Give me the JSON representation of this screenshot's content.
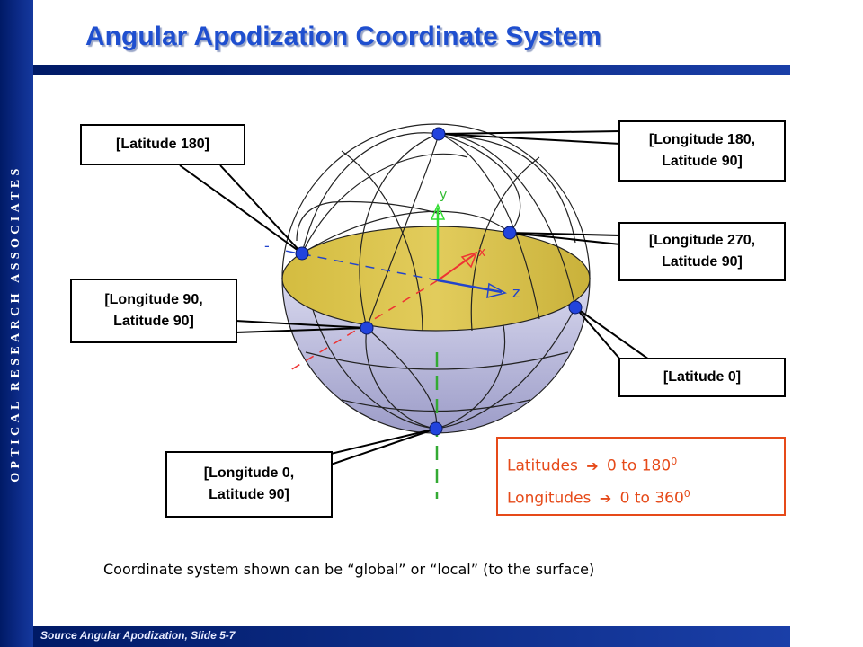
{
  "slide": {
    "title": "Angular Apodization Coordinate System",
    "side_text": "OPTICAL RESEARCH ASSOCIATES",
    "footer": "Source Angular Apodization, Slide 5-7",
    "caption": "Coordinate system shown can be “global” or “local” (to the surface)"
  },
  "diagram": {
    "axis_labels": {
      "y": "y",
      "x": "x",
      "z": "z",
      "minus": "-"
    },
    "labels": {
      "lat180": "[Latitude 180]",
      "lon180_line1": "[Longitude 180,",
      "lon180_line2": "Latitude 90]",
      "lon270_line1": "[Longitude 270,",
      "lon270_line2": "Latitude 90]",
      "lon90_line1": "[Longitude 90,",
      "lon90_line2": "Latitude 90]",
      "lat0": "[Latitude 0]",
      "lon0_line1": "[Longitude 0,",
      "lon0_line2": "Latitude 90]"
    }
  },
  "info": {
    "latitudes_label": "Latitudes",
    "latitudes_range": "0 to 180",
    "longitudes_label": "Longitudes",
    "longitudes_range": "0 to 360",
    "superscript": "0",
    "arrow_icon": "arrow-right-icon"
  },
  "colors": {
    "title": "#1f4fcf",
    "bars": "#0a2a8a",
    "disk": "#d9c24a",
    "sphere": "#b8b8dc",
    "info": "#e64a19",
    "y_axis": "#33dd33",
    "x_axis": "#ee3333",
    "z_axis": "#2244cc",
    "points": "#2244dd"
  }
}
